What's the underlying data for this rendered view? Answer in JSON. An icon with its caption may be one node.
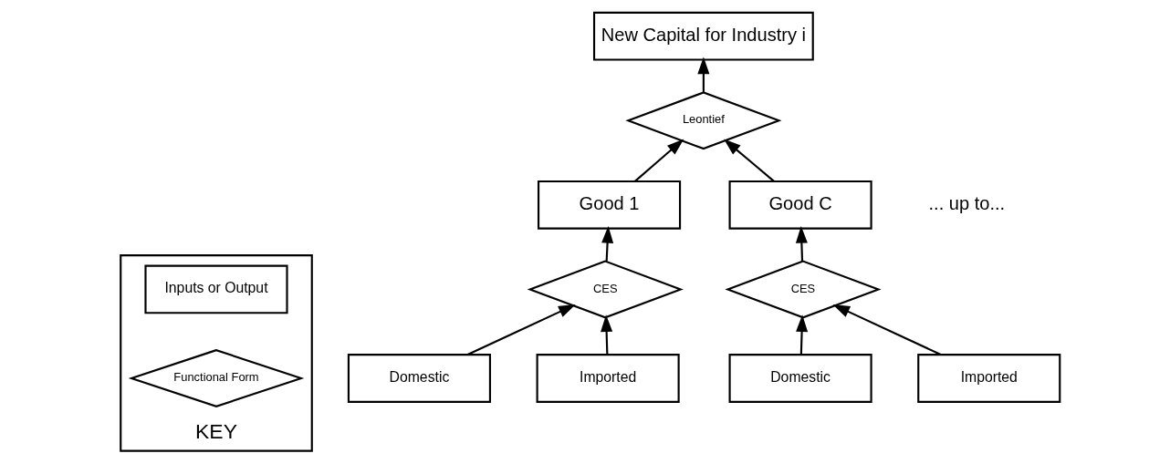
{
  "diagram": {
    "nodes": [
      {
        "text": [
          "KEY"
        ]
      },
      {
        "text": [
          "Functional Form"
        ],
        "in": 0
      },
      {
        "text": [
          "Inputs or Output"
        ],
        "in": 0
      },
      {
        "text": [
          "New Capital for Industry i"
        ]
      },
      {
        "text": [
          "Leontief"
        ]
      },
      {
        "text": [
          "Good 1"
        ]
      },
      {
        "text": [
          "Good C"
        ]
      },
      {
        "text": [
          "CES"
        ]
      },
      {
        "text": [
          "CES"
        ]
      },
      {
        "text": [
          "Domestic"
        ]
      },
      {
        "text": [
          "Imported"
        ]
      },
      {
        "text": [
          "Domestic"
        ]
      },
      {
        "text": [
          "Imported"
        ]
      }
    ],
    "edges": [
      {
        "from": 4,
        "to": 3,
        "arrow": "to"
      },
      {
        "from": 5,
        "to": 4,
        "arrow": "to"
      },
      {
        "from": 6,
        "to": 4,
        "arrow": "to"
      },
      {
        "from": 7,
        "to": 5,
        "arrow": "to"
      },
      {
        "from": 9,
        "to": 7,
        "arrow": "to"
      },
      {
        "from": 10,
        "to": 7,
        "arrow": "to"
      },
      {
        "from": 8,
        "to": 6,
        "arrow": "to"
      },
      {
        "from": 11,
        "to": 8,
        "arrow": "to"
      },
      {
        "from": 12,
        "to": 8,
        "arrow": "to"
      }
    ],
    "labels": [
      "... up to..."
    ]
  }
}
